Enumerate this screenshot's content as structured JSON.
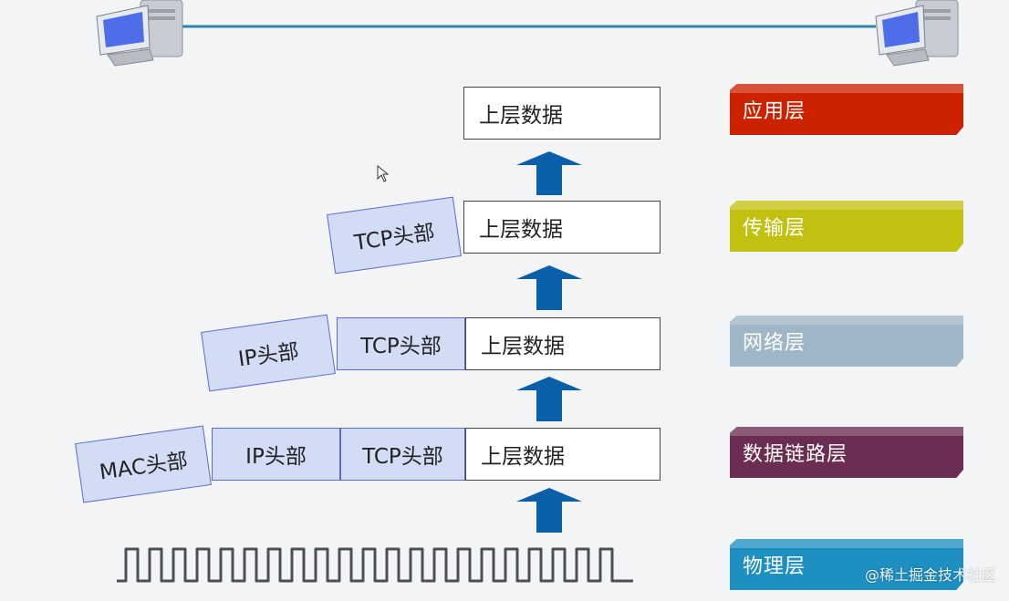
{
  "colors": {
    "link_line": "#2f86a8",
    "arrow": "#0b5ea8",
    "header_fill": "#d3dcf5",
    "header_border": "#5b6bd0",
    "signal": "#4b4f57"
  },
  "stacks": {
    "application": {
      "data": "上层数据"
    },
    "transport": {
      "tcp": "TCP头部",
      "data": "上层数据"
    },
    "network": {
      "ip": "IP头部",
      "tcp": "TCP头部",
      "data": "上层数据"
    },
    "datalink": {
      "mac": "MAC头部",
      "ip": "IP头部",
      "tcp": "TCP头部",
      "data": "上层数据"
    }
  },
  "layers": [
    {
      "label": "应用层",
      "color": "#cc2200"
    },
    {
      "label": "传输层",
      "color": "#c2c010"
    },
    {
      "label": "网络层",
      "color": "#9fb6c6"
    },
    {
      "label": "数据链路层",
      "color": "#6c2d52"
    },
    {
      "label": "物理层",
      "color": "#1e8fc1"
    }
  ],
  "icons": {
    "left_computer": "computer-icon",
    "right_computer": "computer-icon",
    "arrows": "up-arrow-icon",
    "signal": "square-wave-icon",
    "cursor": "mouse-cursor-icon"
  },
  "watermark": "@稀土掘金技术社区"
}
